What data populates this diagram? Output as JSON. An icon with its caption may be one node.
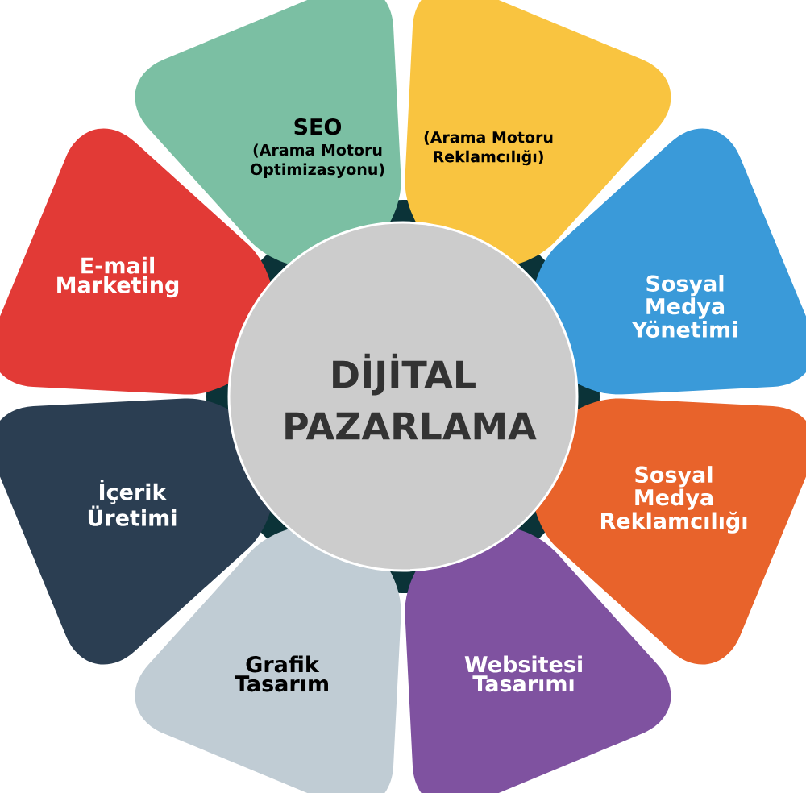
{
  "diagram": {
    "nodes": [
      {
        "text": [
          "DİJİTAL PAZARLAMA"
        ]
      },
      {
        "text": [
          "SEO",
          "(Arama Motoru Optimizasyonu)"
        ]
      },
      {
        "text": [
          "(Arama Motoru Reklamcılığı)"
        ]
      },
      {
        "text": [
          "E-mail Marketing"
        ]
      },
      {
        "text": [
          "Sosyal Medya Yönetimi"
        ]
      },
      {
        "text": [
          "İçerik Üretimi"
        ]
      },
      {
        "text": [
          "Sosyal Medya Reklamcılığı"
        ]
      },
      {
        "text": [
          "Grafik Tasarım"
        ]
      },
      {
        "text": [
          "Websitesi Tasarımı"
        ]
      }
    ]
  }
}
